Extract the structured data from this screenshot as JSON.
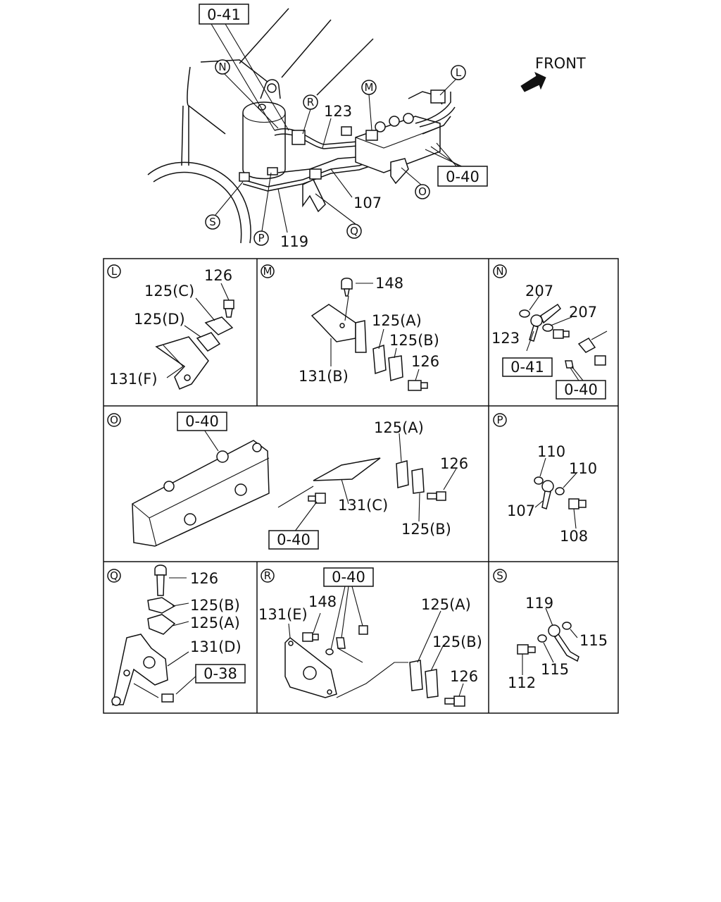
{
  "overview": {
    "front_label": "FRONT",
    "ref_top": "0-41",
    "ref_right": "0-40",
    "callouts": {
      "n": "N",
      "r": "R",
      "m": "M",
      "l": "L",
      "o": "O",
      "q": "Q",
      "p": "P",
      "s": "S"
    },
    "part_numbers": {
      "p123": "123",
      "p107": "107",
      "p119": "119"
    }
  },
  "panels": {
    "L": {
      "letter": "L",
      "parts": [
        "126",
        "125(C)",
        "125(D)",
        "131(F)"
      ]
    },
    "M": {
      "letter": "M",
      "parts": [
        "148",
        "125(A)",
        "125(B)",
        "126",
        "131(B)"
      ]
    },
    "N": {
      "letter": "N",
      "parts": [
        "207",
        "207",
        "123"
      ],
      "refs": [
        "0-41",
        "0-40"
      ]
    },
    "O": {
      "letter": "O",
      "parts": [
        "125(A)",
        "126",
        "131(C)",
        "125(B)"
      ],
      "refs": [
        "0-40",
        "0-40"
      ]
    },
    "P": {
      "letter": "P",
      "parts": [
        "110",
        "110",
        "107",
        "108"
      ]
    },
    "Q": {
      "letter": "Q",
      "parts": [
        "126",
        "125(B)",
        "125(A)",
        "131(D)"
      ],
      "refs": [
        "0-38"
      ]
    },
    "R": {
      "letter": "R",
      "parts": [
        "131(E)",
        "148",
        "125(A)",
        "125(B)",
        "126"
      ],
      "refs": [
        "0-40"
      ]
    },
    "S": {
      "letter": "S",
      "parts": [
        "119",
        "115",
        "115",
        "112"
      ]
    }
  }
}
